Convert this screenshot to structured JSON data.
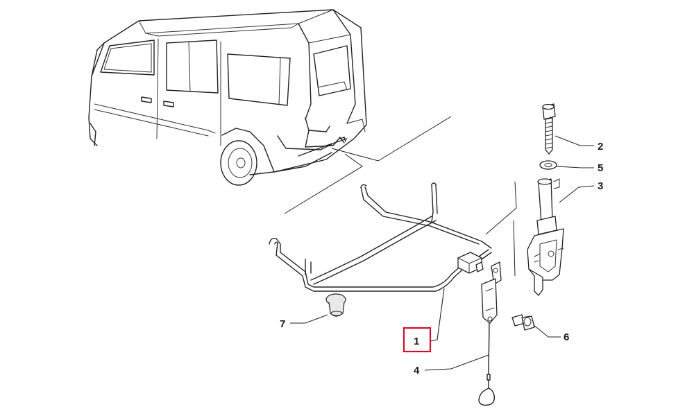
{
  "diagram": {
    "highlight_color": "#c8102e",
    "line_color": "#222222",
    "callouts": [
      {
        "id": "c1",
        "label": "1",
        "highlighted": true
      },
      {
        "id": "c2",
        "label": "2",
        "highlighted": false
      },
      {
        "id": "c3",
        "label": "3",
        "highlighted": false
      },
      {
        "id": "c4",
        "label": "4",
        "highlighted": false
      },
      {
        "id": "c5",
        "label": "5",
        "highlighted": false
      },
      {
        "id": "c6",
        "label": "6",
        "highlighted": false
      },
      {
        "id": "c7",
        "label": "7",
        "highlighted": false
      }
    ]
  }
}
